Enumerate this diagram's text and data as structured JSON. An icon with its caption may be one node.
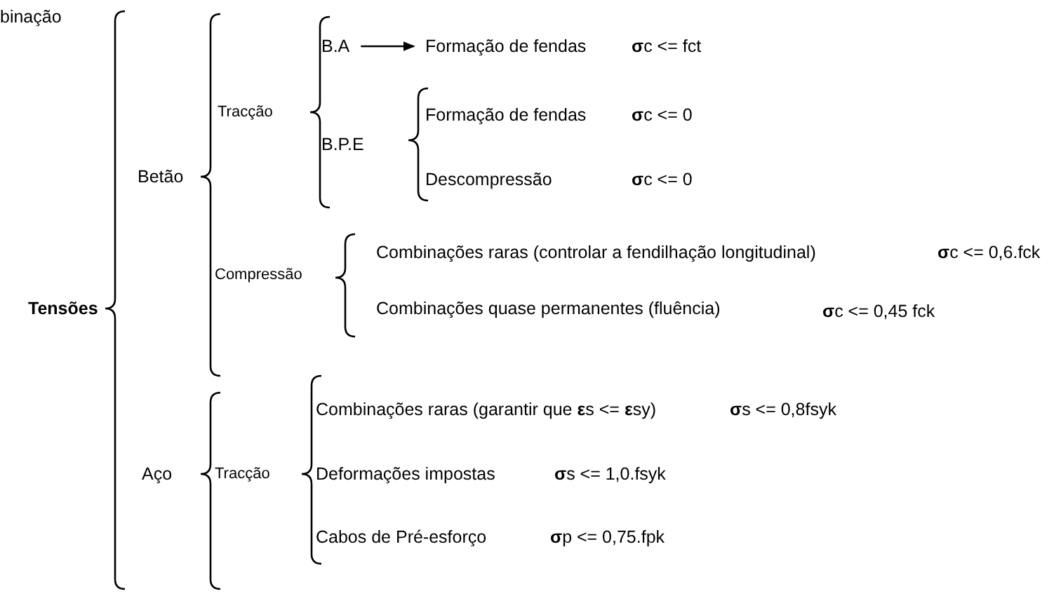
{
  "diagram": {
    "nodes": [
      {
        "text": [
          "B.A"
        ]
      },
      {
        "text": [
          "Formação de fendas"
        ]
      }
    ],
    "edges": [
      {
        "from": 0,
        "to": 1,
        "arrow": "to"
      }
    ],
    "labels": [
      "binação",
      "**σ**c <= fct",
      "Tracção",
      "Formação de fendas",
      "**σ**c <= 0",
      "B.P.E",
      "Betão",
      "Descompressão",
      "**σ**c <= 0",
      "Combinações raras (controlar a fendilhação longitudinal)",
      "**σ**c <= 0,6.fck",
      "Compressão",
      "Tensões",
      "Combinações quase permanentes (fluência)",
      "**σ**c <= 0,45 fck",
      "Combinações raras (garantir que **ε**s <= **ε**sy)",
      "**σ**s <= 0,8fsyk",
      "Aço",
      "Tracção",
      "Deformações impostas",
      "**σ**s <= 1,0.fsyk",
      "Cabos de Pré-esforço",
      "**σ**p <= 0,75.fpk"
    ]
  }
}
